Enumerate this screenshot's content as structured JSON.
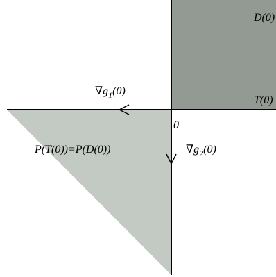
{
  "colors": {
    "tangent_cone_fill": "#939a94",
    "polar_cone_fill": "#c3c9c3",
    "axis_stroke": "#000000",
    "background": "#ffffff"
  },
  "labels": {
    "d0": "D(0)",
    "t0": "T(0)",
    "origin": "0",
    "polar_cone": "P(T(0))=P(D(0))",
    "grad1": {
      "nabla": "∇",
      "g": "g",
      "sub": "1",
      "arg": "(0)"
    },
    "grad2": {
      "nabla": "∇",
      "g": "g",
      "sub": "2",
      "arg": "(0)"
    }
  }
}
